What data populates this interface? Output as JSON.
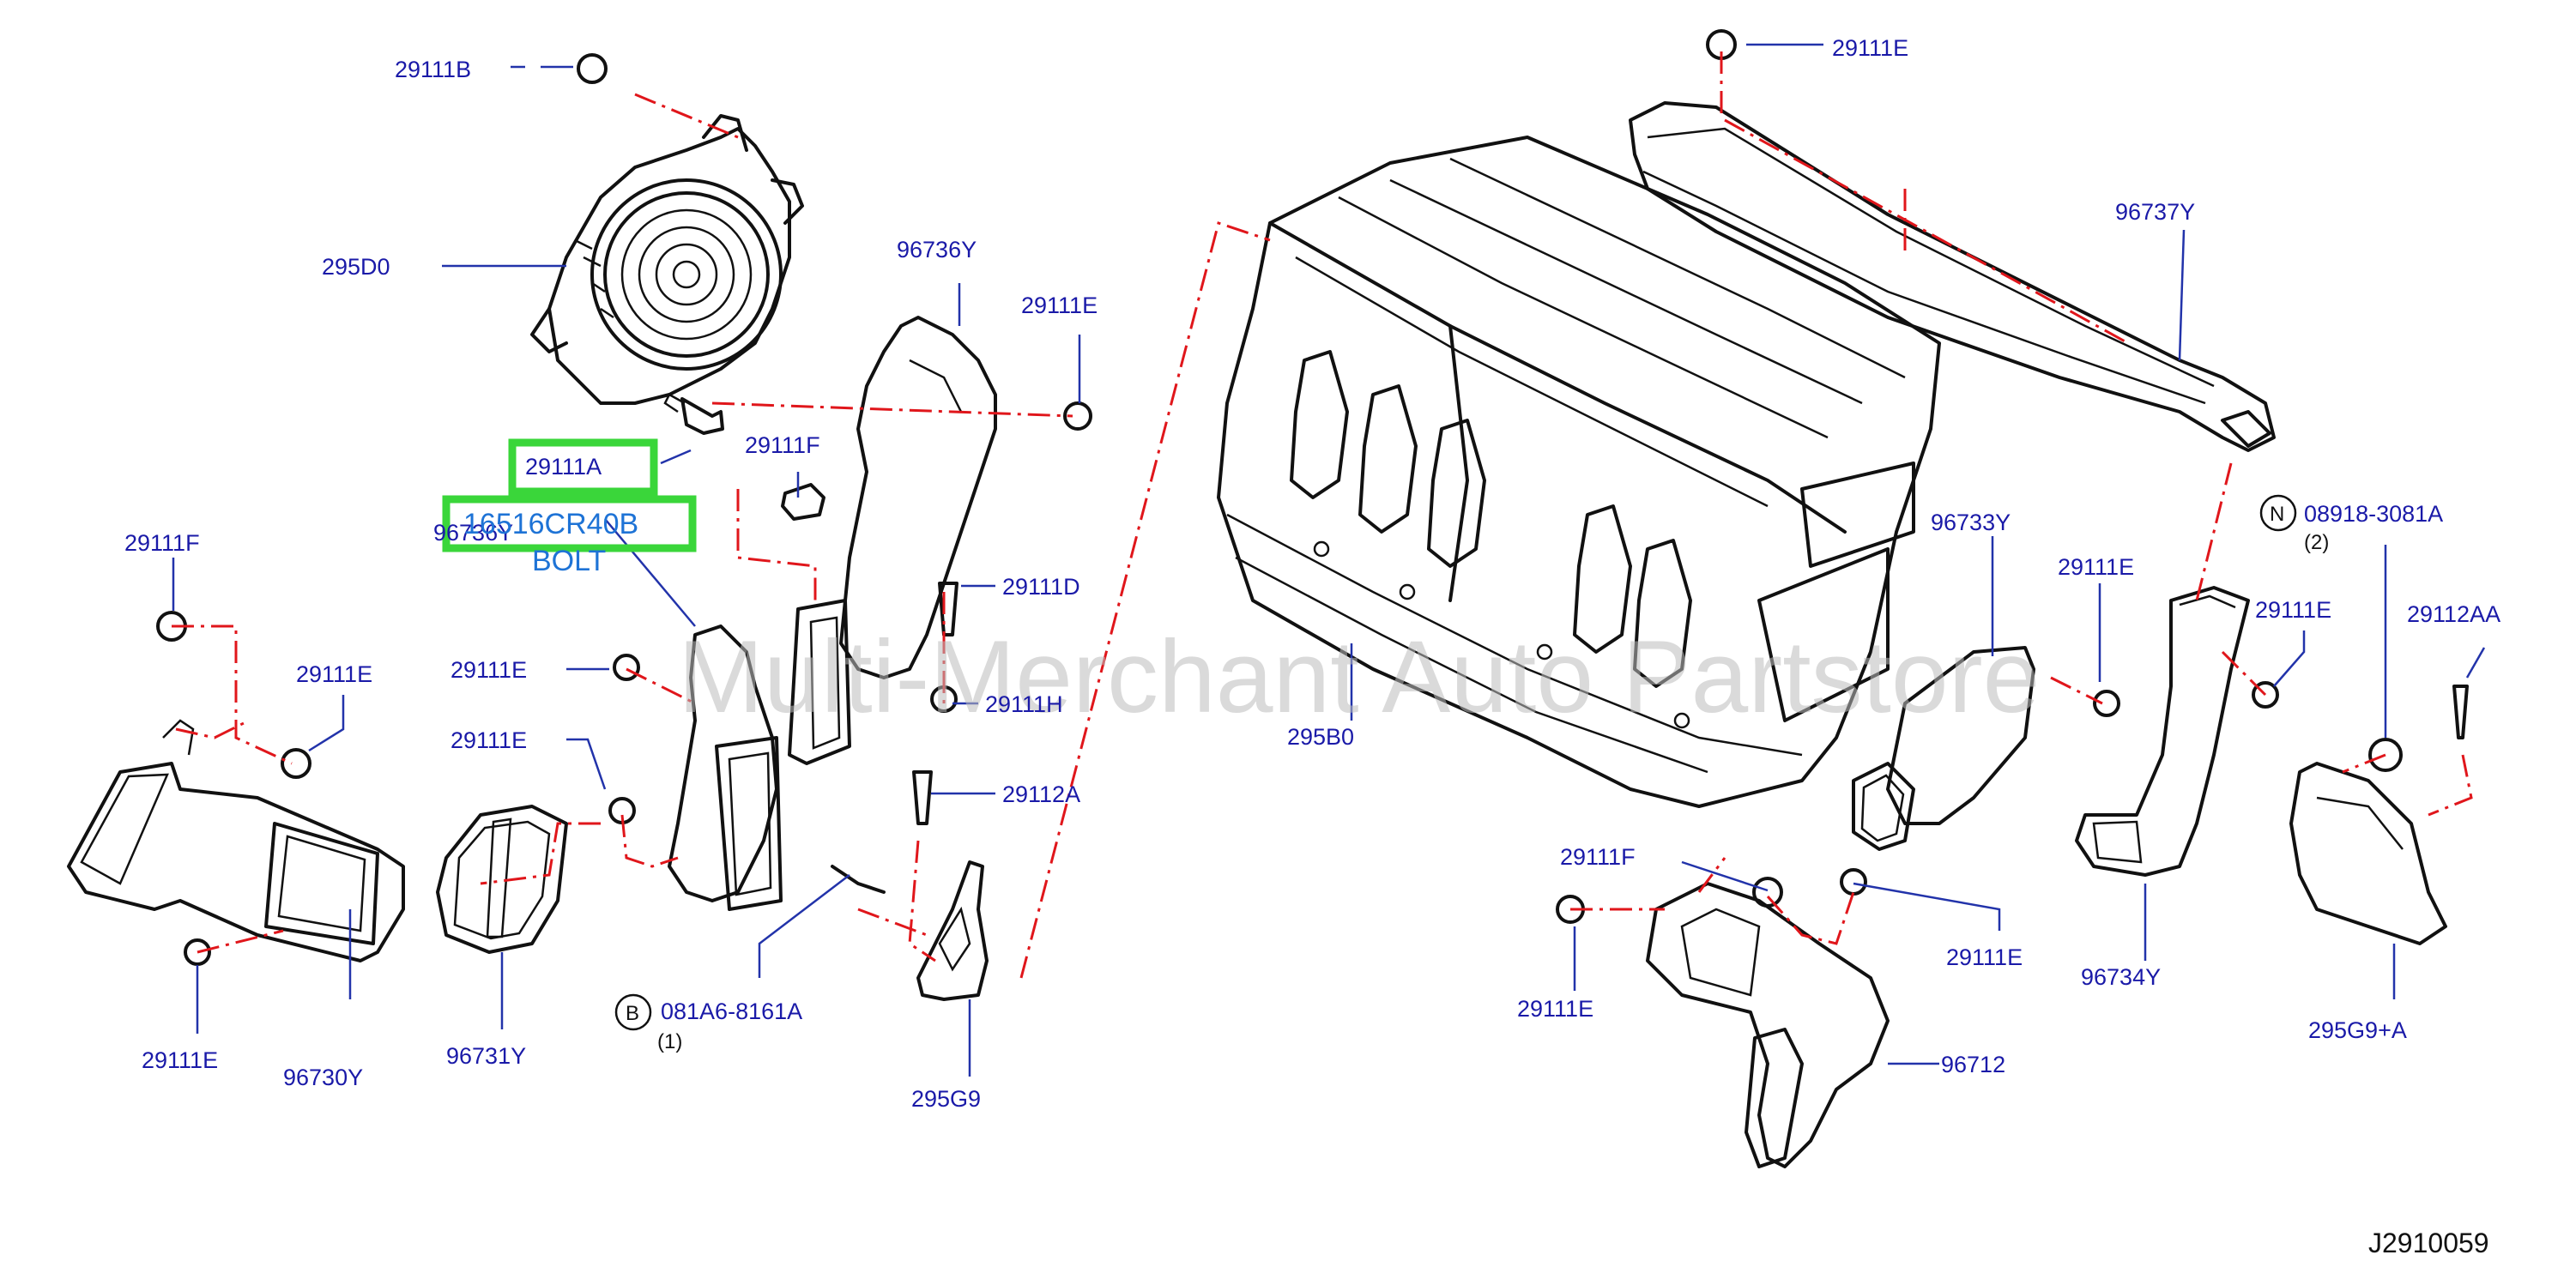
{
  "diagram_id": "J2910059",
  "watermark": "Multi-Merchant Auto Partstore",
  "highlight": {
    "part_number": "16516CR40B",
    "description": "BOLT",
    "highlight_color": "#3ad63a",
    "text_color": "#1e73d6"
  },
  "callouts": {
    "c29111B": "29111B",
    "c295D0": "295D0",
    "c29111A": "29111A",
    "c96736Y_a": "96736Y",
    "c96736Y_b": "96736Y",
    "c29111F_a": "29111F",
    "c29111F_b": "29111F",
    "c29111F_c": "29111F",
    "c29111E_a": "29111E",
    "c29111E_b": "29111E",
    "c29111E_c": "29111E",
    "c29111E_d": "29111E",
    "c29111E_e": "29111E",
    "c29111E_f": "29111E",
    "c29111E_g": "29111E",
    "c29111E_h": "29111E",
    "c29111E_i": "29111E",
    "c29111E_j": "29111E",
    "c29111D": "29111D",
    "c29111H": "29111H",
    "c29112A": "29112A",
    "c29112AA": "29112AA",
    "c96730Y": "96730Y",
    "c96731Y": "96731Y",
    "c081A6": "081A6-8161A",
    "c081A6_qty": "(1)",
    "cB": "B",
    "c295G9": "295G9",
    "c295B0": "295B0",
    "c96737Y": "96737Y",
    "c96733Y": "96733Y",
    "c96734Y": "96734Y",
    "c08918": "08918-3081A",
    "c08918_qty": "(2)",
    "cN": "N",
    "c295G9A": "295G9+A",
    "c96712": "96712"
  },
  "colors": {
    "callout_text": "#1a1aa8",
    "leader_line": "#2233aa",
    "phantom_line": "#e0161b",
    "part_outline": "#111111"
  }
}
